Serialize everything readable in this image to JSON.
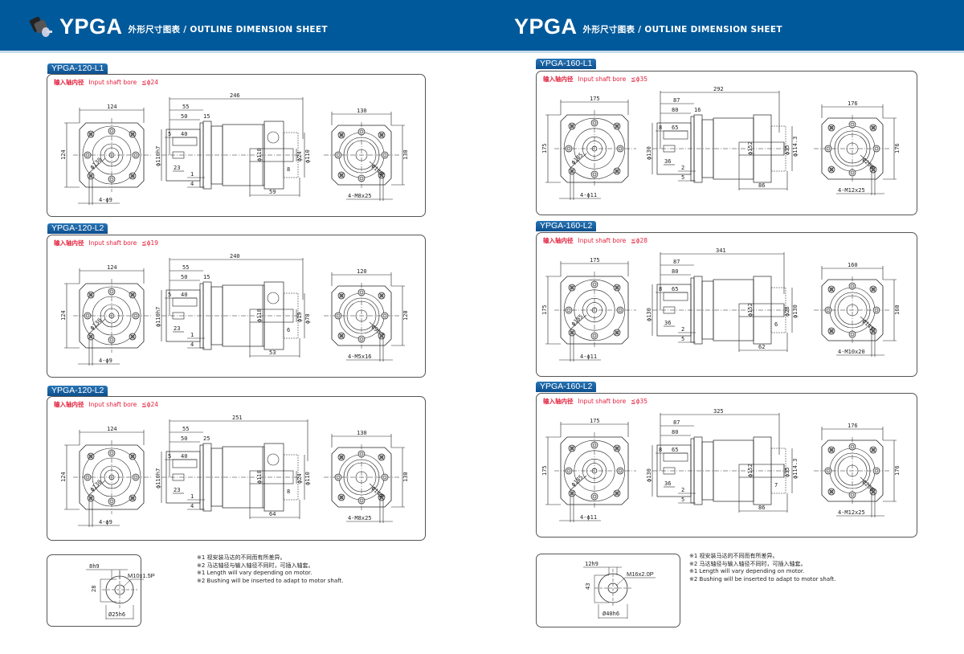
{
  "header": {
    "brand_left": "YPGA",
    "subtitle_left": "外形尺寸图表 / OUTLINE DIMENSION SHEET",
    "brand_right": "YPGA",
    "subtitle_right": "外形尺寸图表 / OUTLINE DIMENSION SHEET",
    "icon": "gearbox-product-icon",
    "accent_color": "#00599a"
  },
  "bore_label_cn": "输入轴内径",
  "bore_label_en": "Input shaft bore",
  "sections": [
    {
      "model": "YPGA-120-L1",
      "bore_value": "≦ϕ24",
      "front": {
        "width": "124",
        "height": "124",
        "pcd": "ϕ130",
        "holes": "4-ϕ9"
      },
      "side": {
        "total": "246",
        "d55": "55",
        "d50": "50",
        "d15": "15",
        "d40": "40",
        "d5": "5",
        "d23": "23",
        "d1": "1",
        "d4": "4",
        "pilot": "ϕ110h7",
        "body": "ϕ118",
        "out_shaft": "ϕ24",
        "out_pilot": "ϕ110",
        "out_len": "59",
        "key": "8"
      },
      "rear": {
        "width": "130",
        "height": "130",
        "pcd": "ϕ145",
        "taps": "4-M8x25"
      }
    },
    {
      "model": "YPGA-120-L2",
      "bore_value": "≦ϕ19",
      "front": {
        "width": "124",
        "height": "124",
        "pcd": "ϕ130",
        "holes": "4-ϕ9"
      },
      "side": {
        "total": "240",
        "d55": "55",
        "d50": "50",
        "d15": "15",
        "d40": "40",
        "d5": "5",
        "d23": "23",
        "d1": "1",
        "d4": "4",
        "pilot": "ϕ110h7",
        "body": "ϕ118",
        "out_shaft": "ϕ19",
        "out_pilot": "ϕ70",
        "out_len": "53",
        "key": "6"
      },
      "rear": {
        "width": "120",
        "height": "120",
        "pcd": "ϕ90",
        "taps": "4-M5x16"
      }
    },
    {
      "model": "YPGA-120-L2",
      "bore_value": "≦ϕ24",
      "front": {
        "width": "124",
        "height": "124",
        "pcd": "ϕ130",
        "holes": "4-ϕ9"
      },
      "side": {
        "total": "251",
        "d55": "55",
        "d50": "50",
        "d15": "25",
        "d40": "40",
        "d5": "5",
        "d23": "23",
        "d1": "1",
        "d4": "4",
        "pilot": "ϕ110h7",
        "body": "ϕ118",
        "out_shaft": "ϕ24",
        "out_pilot": "ϕ110",
        "out_len": "64",
        "key": "8"
      },
      "rear": {
        "width": "130",
        "height": "130",
        "pcd": "ϕ145",
        "taps": "4-M8x25"
      }
    },
    {
      "model": "YPGA-160-L1",
      "bore_value": "≦ϕ35",
      "front": {
        "width": "175",
        "height": "175",
        "pcd": "ϕ185",
        "holes": "4-ϕ11"
      },
      "side": {
        "total": "292",
        "d55": "87",
        "d50": "80",
        "d15": "16",
        "d40": "65",
        "d5": "8",
        "d23": "36",
        "d1": "2",
        "d4": "5",
        "pilot": "ϕ130",
        "body": "ϕ152",
        "out_shaft": "ϕ35",
        "out_pilot": "ϕ114.3",
        "out_len": "86",
        "key": ""
      },
      "rear": {
        "width": "176",
        "height": "176",
        "pcd": "ϕ200",
        "taps": "4-M12x25"
      }
    },
    {
      "model": "YPGA-160-L2",
      "bore_value": "≦ϕ28",
      "front": {
        "width": "175",
        "height": "175",
        "pcd": "ϕ185",
        "holes": "4-ϕ11"
      },
      "side": {
        "total": "341",
        "d55": "87",
        "d50": "80",
        "d15": "",
        "d40": "65",
        "d5": "8",
        "d23": "36",
        "d1": "2",
        "d4": "5",
        "pilot": "ϕ130",
        "body": "ϕ152",
        "out_shaft": "ϕ28",
        "out_pilot": "ϕ130",
        "out_len": "62",
        "key": "6"
      },
      "rear": {
        "width": "160",
        "height": "160",
        "pcd": "ϕ145",
        "taps": "4-M10x20"
      }
    },
    {
      "model": "YPGA-160-L2",
      "bore_value": "≦ϕ35",
      "front": {
        "width": "175",
        "height": "175",
        "pcd": "ϕ185",
        "holes": "4-ϕ11"
      },
      "side": {
        "total": "325",
        "d55": "87",
        "d50": "80",
        "d15": "",
        "d40": "65",
        "d5": "8",
        "d23": "36",
        "d1": "2",
        "d4": "5",
        "pilot": "ϕ130",
        "body": "ϕ152",
        "out_shaft": "ϕ35",
        "out_pilot": "ϕ114.3",
        "out_len": "86",
        "key": "7"
      },
      "rear": {
        "width": "176",
        "height": "176",
        "pcd": "ϕ200",
        "taps": "4-M12x25"
      }
    }
  ],
  "shaft_details": [
    {
      "key_width": "8h9",
      "height": "28",
      "thread": "M10x1.5P",
      "diameter": "Ø25h6"
    },
    {
      "key_width": "12h9",
      "height": "43",
      "thread": "M16x2.0P",
      "diameter": "Ø40h6"
    }
  ],
  "notes": [
    "※1  视安装马达的不同而有所差异。",
    "※2  马达轴径与输入轴径不同时，可插入轴套。",
    "※1  Length will vary depending on motor.",
    "※2  Bushing will be inserted to adapt to motor shaft."
  ]
}
